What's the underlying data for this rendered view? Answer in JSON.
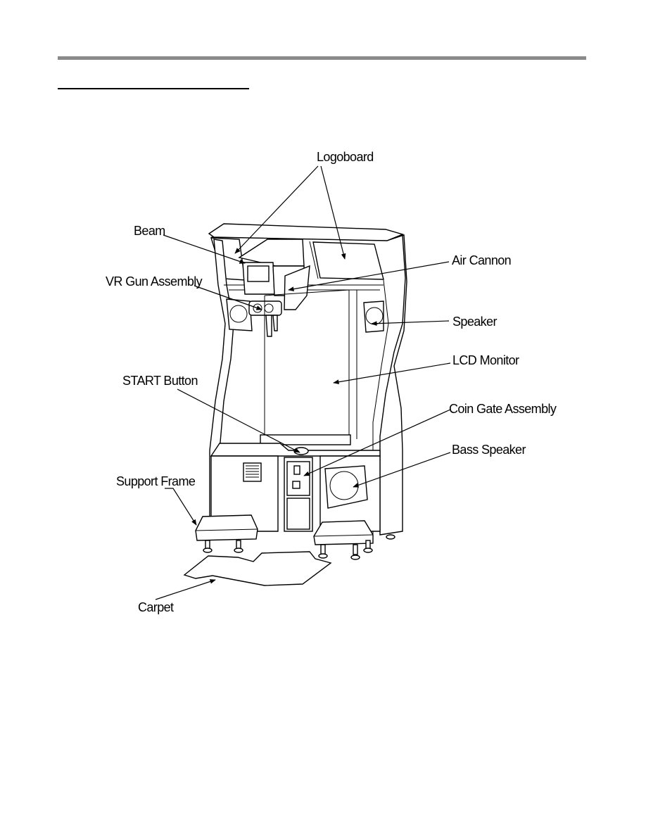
{
  "header": {
    "rule_color": "#8a8a8a"
  },
  "labels": {
    "logoboard": "Logoboard",
    "beam": "Beam",
    "air_cannon": "Air Cannon",
    "vr_gun": "VR Gun Assembly",
    "speaker": "Speaker",
    "lcd_monitor": "LCD Monitor",
    "start_button": "START Button",
    "coin_gate": "Coin Gate Assembly",
    "bass_speaker": "Bass Speaker",
    "support_frame": "Support Frame",
    "carpet": "Carpet"
  }
}
